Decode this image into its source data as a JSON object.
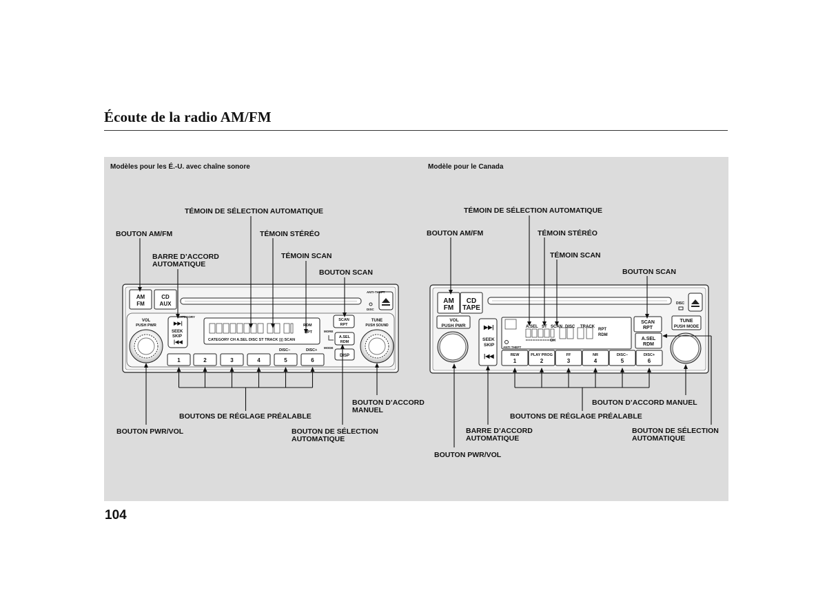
{
  "page": {
    "title": "Écoute de la radio AM/FM",
    "page_number": "104"
  },
  "usa": {
    "heading": "Modèles pour les É.-U. avec chaîne sonore",
    "labels": {
      "auto_select_indicator": "TÉMOIN DE SÉLECTION AUTOMATIQUE",
      "am_fm_button": "BOUTON AM/FM",
      "stereo_indicator": "TÉMOIN STÉRÉO",
      "auto_tuning_bar": "BARRE D’ACCORD\nAUTOMATIQUE",
      "scan_indicator": "TÉMOIN SCAN",
      "scan_button": "BOUTON SCAN",
      "manual_tune_button": "BOUTON D’ACCORD\nMANUEL",
      "preset_buttons": "BOUTONS DE RÉGLAGE PRÉALABLE",
      "pwr_vol_button": "BOUTON PWR/VOL",
      "auto_select_button": "BOUTON DE SÉLECTION\nAUTOMATIQUE"
    },
    "device": {
      "am": "AM",
      "fm": "FM",
      "cd": "CD",
      "aux": "AUX",
      "vol": "VOL",
      "push_pwr": "PUSH PWR",
      "category": "CATEGORY",
      "seek": "SEEK",
      "skip": "SKIP",
      "display_indicators": "CATEGORY CH  A.SEL  DISC ST TRACK ▯▯ SCAN",
      "rdm": "RDM",
      "rpt": "RPT",
      "scan_btn": "SCAN",
      "rpt_btn": "RPT",
      "asel_btn": "A.SEL",
      "rdm_btn": "RDM",
      "more": "MORE",
      "mode": "MODE",
      "disp": "DISP",
      "tune": "TUNE",
      "push_sound": "PUSH SOUND",
      "disc_minus": "DISC−",
      "disc_plus": "DISC+",
      "anti_theft": "ANTI-THEFT",
      "disc": "DISC",
      "presets": [
        "1",
        "2",
        "3",
        "4",
        "5",
        "6"
      ]
    }
  },
  "canada": {
    "heading": "Modèle pour le Canada",
    "labels": {
      "auto_select_indicator": "TÉMOIN DE SÉLECTION AUTOMATIQUE",
      "am_fm_button": "BOUTON AM/FM",
      "stereo_indicator": "TÉMOIN STÉRÉO",
      "scan_indicator": "TÉMOIN SCAN",
      "scan_button": "BOUTON SCAN",
      "manual_tune_button": "BOUTON D’ACCORD MANUEL",
      "preset_buttons": "BOUTONS DE RÉGLAGE PRÉALABLE",
      "auto_tuning_bar": "BARRE D’ACCORD\nAUTOMATIQUE",
      "auto_select_button": "BOUTON DE SÉLECTION\nAUTOMATIQUE",
      "pwr_vol_button": "BOUTON PWR/VOL"
    },
    "device": {
      "am": "AM",
      "fm": "FM",
      "cd": "CD",
      "tape": "TAPE",
      "vol": "VOL",
      "push_pwr": "PUSH PWR",
      "seek": "SEEK",
      "skip": "SKIP",
      "anti_theft": "ANTI THEFT",
      "disp_asel": "A.SEL",
      "disp_st": "ST",
      "disp_scan": "SCAN",
      "disp_disc": "DISC",
      "disp_track": "TRACK",
      "disp_rpt": "RPT",
      "disp_rdm": "RDM",
      "disp_ch": "CH",
      "scan_btn": "SCAN",
      "rpt_btn": "RPT",
      "asel_btn": "A.SEL",
      "rdm_btn": "RDM",
      "tune": "TUNE",
      "push_mode": "PUSH MODE",
      "disc": "DISC",
      "preset_tops": [
        "REW",
        "PLAY PROG",
        "FF",
        "NR",
        "DISC−",
        "DISC+"
      ],
      "presets": [
        "1",
        "2",
        "3",
        "4",
        "5",
        "6"
      ]
    }
  }
}
